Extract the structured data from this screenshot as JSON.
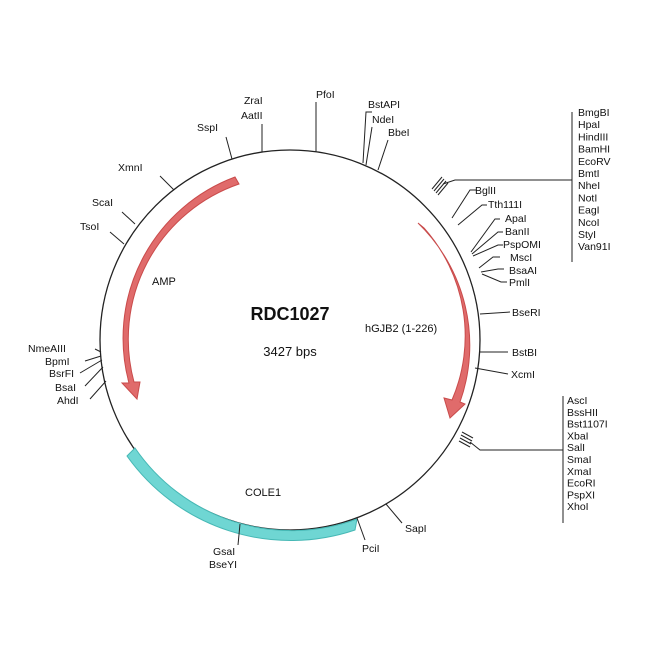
{
  "plasmid": {
    "name": "RDC1027",
    "size_label": "3427 bps"
  },
  "colors": {
    "arrow_fill": "#e06b6b",
    "arrow_stroke": "#c94b4b",
    "origin_fill": "#6fd6d3",
    "origin_stroke": "#46b8b5",
    "backbone": "#222222"
  },
  "features": {
    "amp": "AMP",
    "hgjb2": "hGJB2 (1-226)",
    "cole1": "COLE1"
  },
  "sites": {
    "zral": "ZraI",
    "aatii": "AatII",
    "sspi": "SspI",
    "pfoi": "PfoI",
    "bstapi": "BstAPI",
    "ndei": "NdeI",
    "bbei": "BbeI",
    "xmni": "XmnI",
    "scai": "ScaI",
    "tsoi": "TsoI",
    "bglii": "BglII",
    "tth111i": "Tth111I",
    "apai": "ApaI",
    "banii": "BanII",
    "psp0mi": "PspOMI",
    "msci": "MscI",
    "bsaai": "BsaAI",
    "pmli": "PmlI",
    "bseri": "BseRI",
    "bstbi": "BstBI",
    "xcmi": "XcmI",
    "nmeaiii": "NmeAIII",
    "bpmi": "BpmI",
    "bsrfi": "BsrFI",
    "bsai": "BsaI",
    "ahdi": "AhdI",
    "sapi": "SapI",
    "pcii": "PciI",
    "gsai": "GsaI",
    "bseyi": "BseYI"
  },
  "mcs1": [
    "BmgBI",
    "HpaI",
    "HindIII",
    "BamHI",
    "EcoRV",
    "BmtI",
    "NheI",
    "NotI",
    "EagI",
    "NcoI",
    "StyI",
    "Van91I"
  ],
  "mcs2": [
    "AscI",
    "BssHII",
    "Bst1107I",
    "XbaI",
    "SalI",
    "SmaI",
    "XmaI",
    "EcoRI",
    "PspXI",
    "XhoI"
  ]
}
